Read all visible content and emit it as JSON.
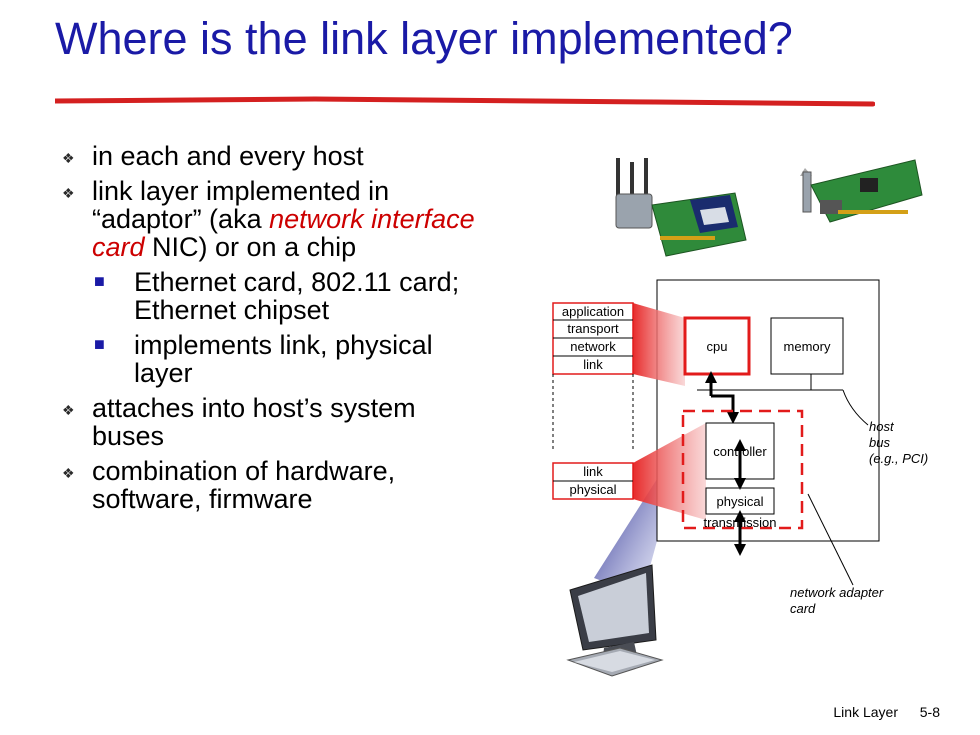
{
  "title": "Where is the link layer implemented?",
  "bullets": [
    {
      "text": "in each and every host"
    },
    {
      "text_a": "link layer implemented in “adaptor” (aka ",
      "emphasis": "network interface card",
      "text_b": " NIC) or on a chip"
    },
    {
      "sub": "Ethernet card, 802.11 card; Ethernet chipset"
    },
    {
      "sub": "implements link, physical layer"
    },
    {
      "text": "attaches into host’s system buses"
    },
    {
      "text": "combination of hardware, software, firmware"
    }
  ],
  "stack_top": [
    "application",
    "transport",
    "network",
    "link"
  ],
  "stack_bottom": [
    "link",
    "physical"
  ],
  "host_box": {
    "cpu": "cpu",
    "memory": "memory",
    "controller": "controller",
    "physical": "physical",
    "transmission": "transmission"
  },
  "annotations": {
    "host_bus_1": "host",
    "host_bus_2": "bus",
    "host_bus_3": "(e.g., PCI)",
    "adapter_1": "network adapter",
    "adapter_2": "card"
  },
  "footer": {
    "section": "Link Layer",
    "page": "5-8"
  },
  "colors": {
    "title": "#1a1aa6",
    "accent_red": "#e21b1b",
    "emphasis": "#cc0000"
  },
  "icons": [
    "wireless-nic-card-icon",
    "ethernet-nic-card-icon",
    "desktop-computer-icon"
  ]
}
